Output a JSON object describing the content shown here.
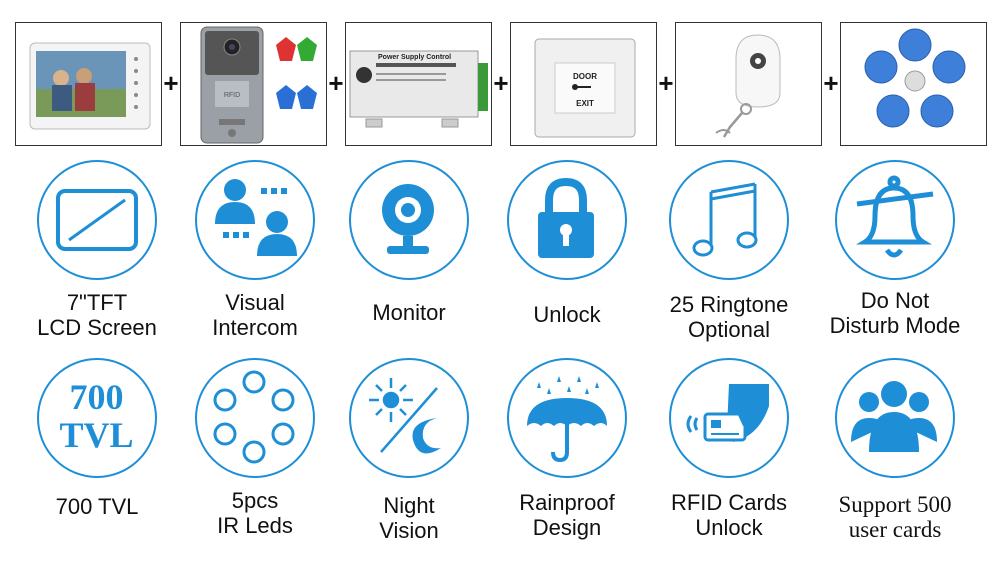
{
  "products": [
    {
      "name": "monitor-product"
    },
    {
      "name": "outdoor-camera-product"
    },
    {
      "name": "power-supply-product",
      "label": "Power Supply Control"
    },
    {
      "name": "exit-button-product",
      "line1": "DOOR",
      "line2": "EXIT"
    },
    {
      "name": "remote-control-product"
    },
    {
      "name": "rfid-keyfobs-product"
    }
  ],
  "plus_sign": "+",
  "features_row1": [
    {
      "icon": "lcd-screen-icon",
      "line1": "7\"TFT",
      "line2": "LCD Screen"
    },
    {
      "icon": "intercom-icon",
      "line1": "Visual",
      "line2": "Intercom"
    },
    {
      "icon": "webcam-icon",
      "line1": "Monitor",
      "line2": ""
    },
    {
      "icon": "padlock-icon",
      "line1": "Unlock",
      "line2": ""
    },
    {
      "icon": "music-note-icon",
      "line1": "25 Ringtone",
      "line2": "Optional"
    },
    {
      "icon": "bell-muted-icon",
      "line1": "Do Not",
      "line2": "Disturb Mode"
    }
  ],
  "features_row2": [
    {
      "icon": "tvl-icon",
      "icon_line1": "700",
      "icon_line2": "TVL",
      "line1": "700 TVL",
      "line2": ""
    },
    {
      "icon": "ir-leds-icon",
      "line1": "5pcs",
      "line2": "IR Leds"
    },
    {
      "icon": "day-night-icon",
      "line1": "Night",
      "line2": "Vision"
    },
    {
      "icon": "umbrella-rain-icon",
      "line1": "Rainproof",
      "line2": "Design"
    },
    {
      "icon": "rfid-card-icon",
      "line1": "RFID Cards",
      "line2": "Unlock"
    },
    {
      "icon": "user-group-icon",
      "line1": "Support 500",
      "line2": "user cards"
    }
  ],
  "colors": {
    "accent": "#1e8fd6",
    "border": "#333333"
  }
}
